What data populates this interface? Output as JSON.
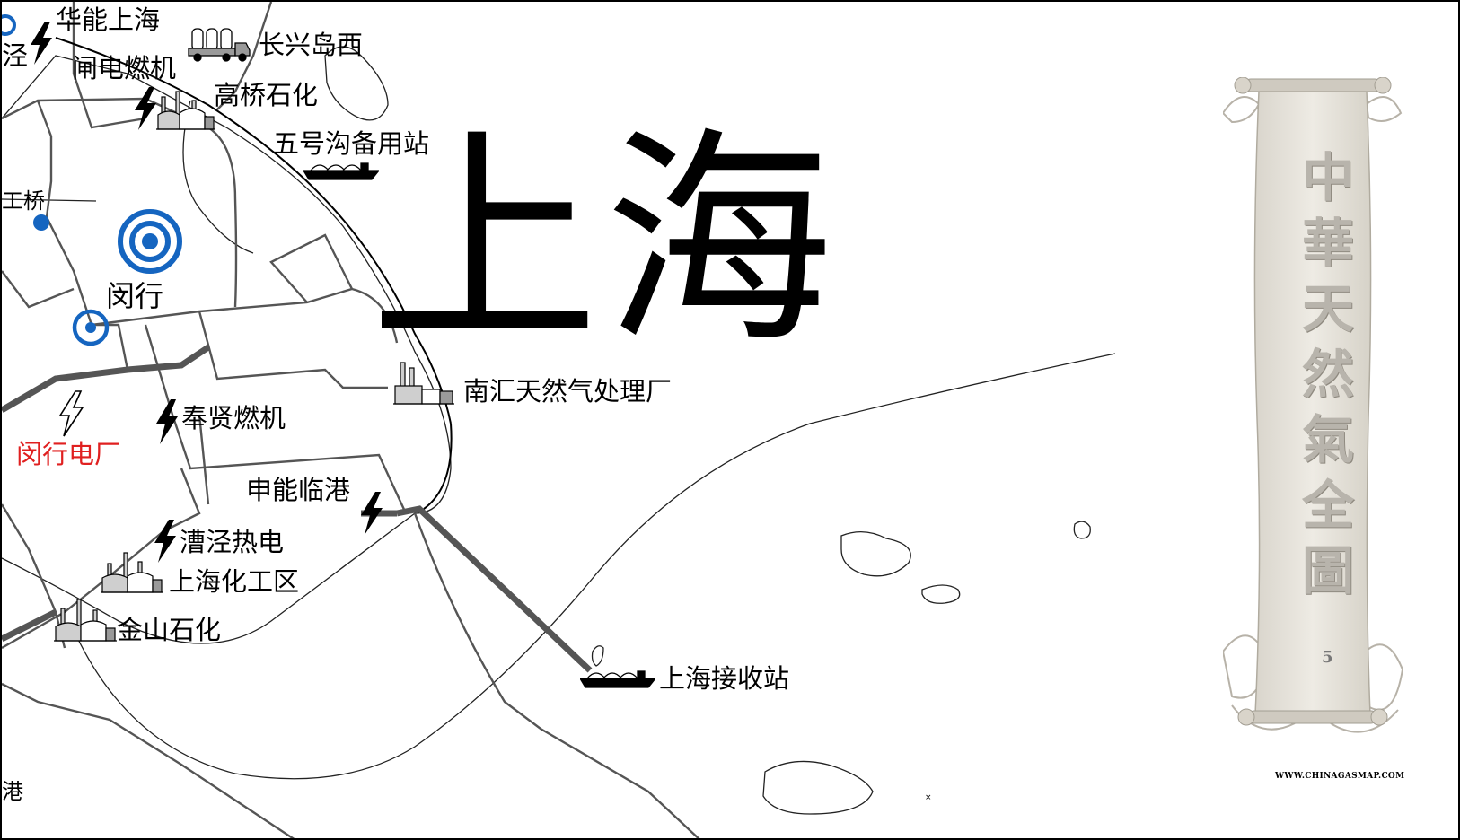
{
  "map": {
    "region_title": "上海",
    "scroll": {
      "title_chars": [
        "中",
        "華",
        "天",
        "然",
        "氣",
        "全",
        "圖"
      ],
      "page_number": "5",
      "url": "WWW.CHINAGASMAP.COM"
    },
    "labels": {
      "huaneng_shanghai": "华能上海",
      "changxingdao_xi": "长兴岛西",
      "zhadian_ranji": "闸电燃机",
      "gaoqiao_shihua": "高桥石化",
      "wuhaogou": "五号沟备用站",
      "hongqiao_partial": "工桥",
      "minhang": "闵行",
      "nanhui_plant": "南汇天然气处理厂",
      "fengxian_ranji": "奉贤燃机",
      "minhang_dianchang": "闵行电厂",
      "shenneng_lingang": "申能临港",
      "caojing_redian": "漕泾热电",
      "shanghai_huagongqu": "上海化工区",
      "jinshan_shihua": "金山石化",
      "shanghai_jieshouzhan": "上海接收站",
      "edge_left_top": "泾",
      "edge_left_bottom": "港",
      "tiny_mark": "×"
    },
    "colors": {
      "background": "#ffffff",
      "road": "#555555",
      "pipeline": "#555555",
      "city_marker": "#1565c0",
      "power_plant_label": "#e02020",
      "scroll_parchment": "#e8e4dc"
    },
    "icons": {
      "power_plant": "lightning-bolt-icon",
      "refinery": "refinery-icon",
      "lng_terminal": "lng-tanker-icon",
      "lng_truck": "lng-truck-icon",
      "city": "city-bullseye-icon"
    }
  }
}
